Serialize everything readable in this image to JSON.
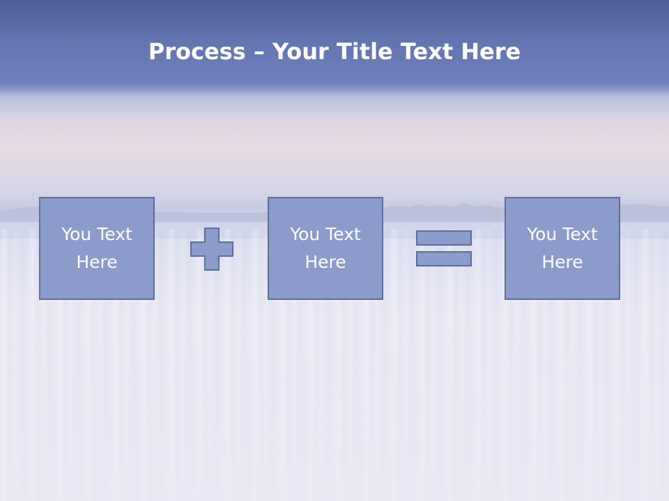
{
  "slide": {
    "title_bold": "Process",
    "title_rest": " – Your Title Text Here",
    "boxes": [
      {
        "label": "You Text Here"
      },
      {
        "label": "You Text Here"
      },
      {
        "label": "You Text Here"
      }
    ],
    "operators": [
      "plus-icon",
      "equals-icon"
    ],
    "colors": {
      "box_fill": "#8b9ccb",
      "box_border": "#5d6d99",
      "title_bar": "#6275b0",
      "text": "#ffffff"
    }
  }
}
